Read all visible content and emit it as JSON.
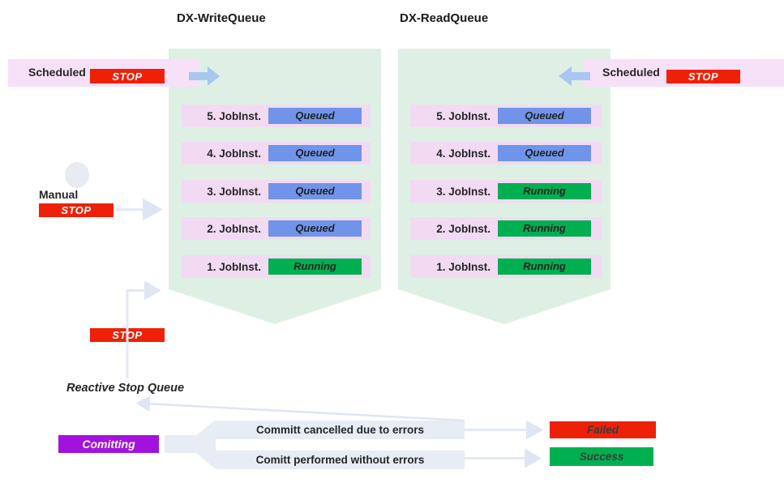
{
  "colors": {
    "status": {
      "Queued": "#6f94ea",
      "Running": "#00b050"
    },
    "accent_red": "#ee2108",
    "accent_purple": "#a312dc",
    "queue_bg": "#def0e4",
    "row_bg": "#f2daf3",
    "band_bg": "#f6e1f8",
    "arrow_blue": "#a9c6f1",
    "connector_gray": "#e2e7f4"
  },
  "write_queue": {
    "title": "DX-WriteQueue",
    "jobs": [
      {
        "label": "5. JobInst.",
        "status": "Queued"
      },
      {
        "label": "4. JobInst.",
        "status": "Queued"
      },
      {
        "label": "3. JobInst.",
        "status": "Queued"
      },
      {
        "label": "2. JobInst.",
        "status": "Queued"
      },
      {
        "label": "1. JobInst.",
        "status": "Running"
      }
    ]
  },
  "read_queue": {
    "title": "DX-ReadQueue",
    "jobs": [
      {
        "label": "5. JobInst.",
        "status": "Queued"
      },
      {
        "label": "4. JobInst.",
        "status": "Queued"
      },
      {
        "label": "3. JobInst.",
        "status": "Running"
      },
      {
        "label": "2. JobInst.",
        "status": "Running"
      },
      {
        "label": "1. JobInst.",
        "status": "Running"
      }
    ]
  },
  "scheduled_left": {
    "label": "Scheduled",
    "stop_label": "STOP"
  },
  "scheduled_right": {
    "label": "Scheduled",
    "stop_label": "STOP"
  },
  "manual": {
    "label": "Manual",
    "stop_label": "STOP"
  },
  "reactive": {
    "stop_label": "STOP",
    "label": "Reactive Stop Queue"
  },
  "commit": {
    "button_label": "Comitting",
    "cancelled_label": "Committ cancelled due to errors",
    "performed_label": "Comitt performed without errors",
    "failed_label": "Failed",
    "success_label": "Success"
  }
}
